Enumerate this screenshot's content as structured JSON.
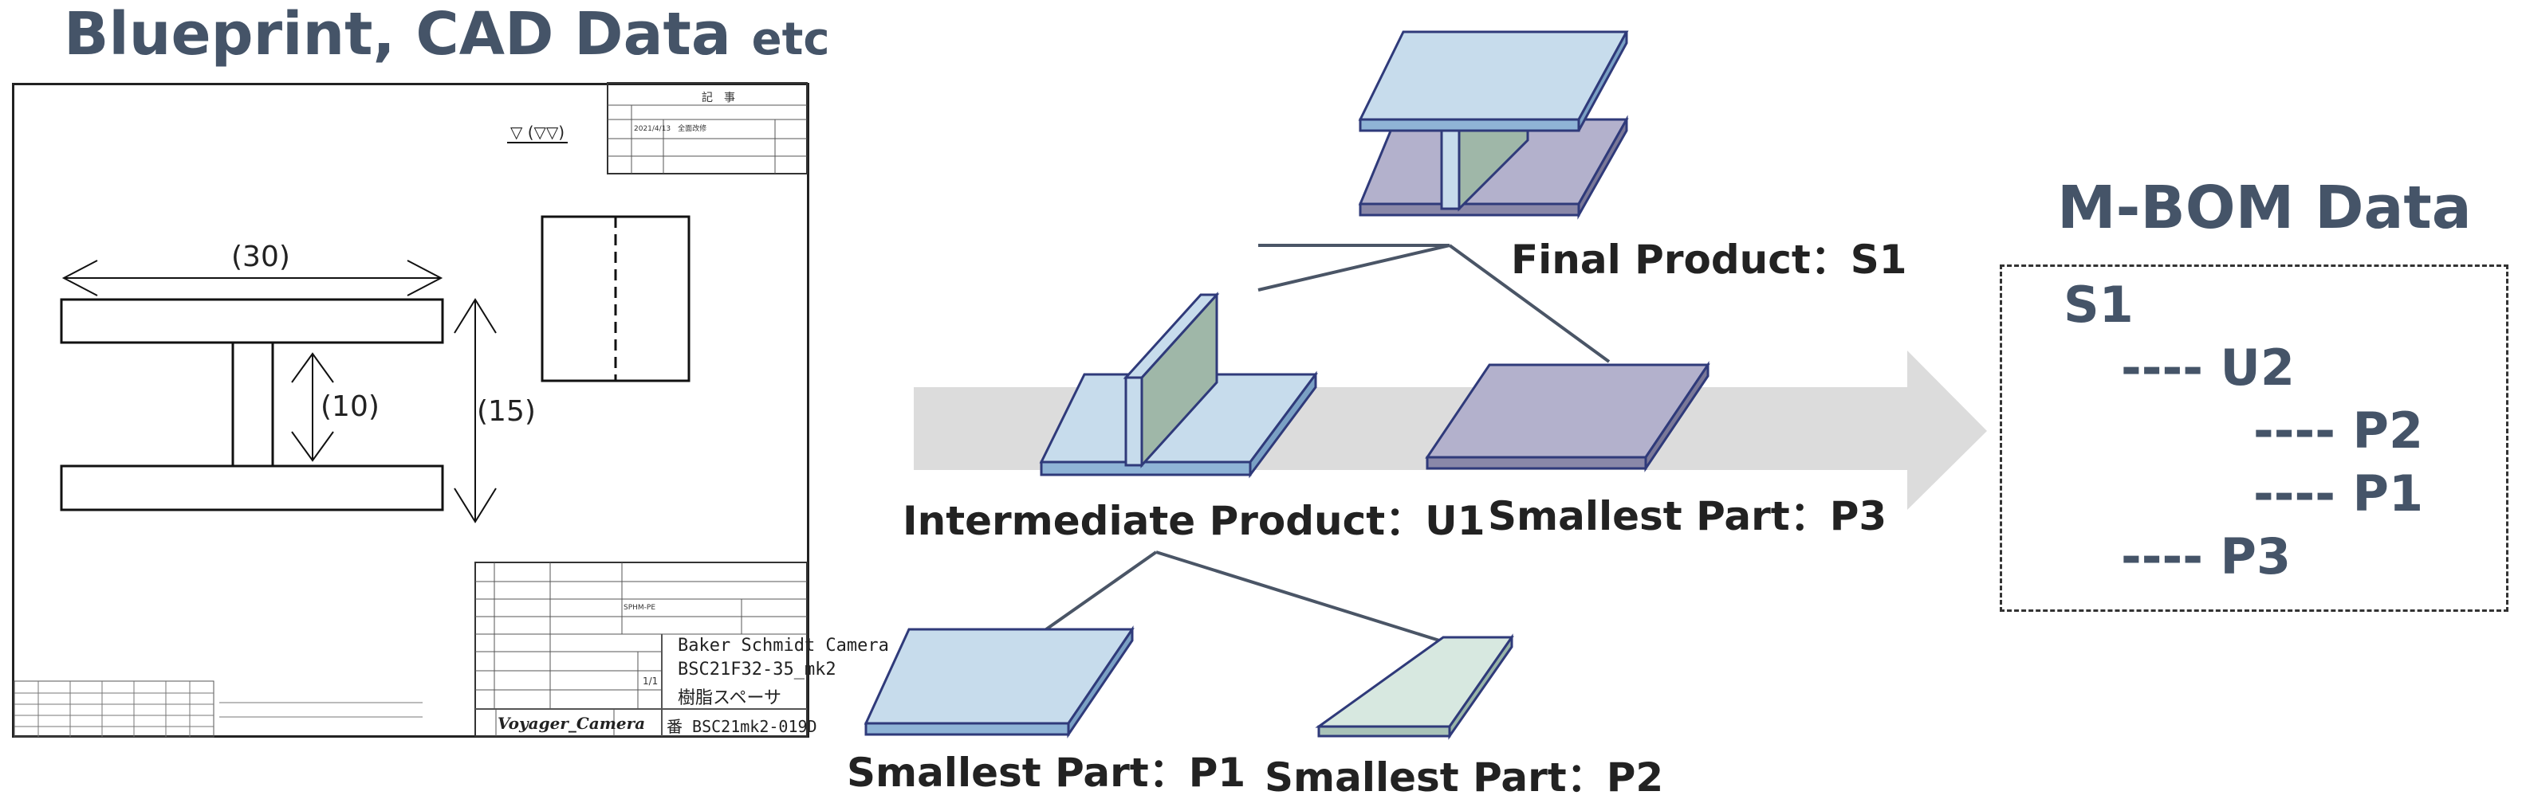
{
  "left_panel": {
    "title": "Blueprint, CAD Data",
    "title_suffix": "etc",
    "dimensions": {
      "width": "(30)",
      "web_height": "(10)",
      "total_height": "(15)"
    },
    "surface_symbol": "▽ (▽▽)",
    "revision_table_title": "記　事",
    "revision_entry": "2021/4/13　全面改修",
    "title_block": {
      "name_line1": "Baker Schmidt Camera",
      "name_line2": "BSC21F32-35_mk2",
      "name_line3": "樹脂スペーサ",
      "drawing_no": "番 BSC21mk2-019D",
      "brand": "Voyager_Camera",
      "scale": "1/1",
      "material": "SPHM-PE"
    }
  },
  "diagram": {
    "final_product": "Final Product：S1",
    "intermediate_product": "Intermediate Product：U1",
    "smallest_p3": "Smallest Part：P3",
    "smallest_p1": "Smallest Part：P1",
    "smallest_p2": "Smallest Part：P2"
  },
  "mbom": {
    "title": "M-BOM Data",
    "lines": [
      {
        "text": "S1",
        "indent": 0
      },
      {
        "text": "----  U2",
        "indent": 1
      },
      {
        "text": "----  P2",
        "indent": 2
      },
      {
        "text": "----  P1",
        "indent": 2
      },
      {
        "text": "----  P3",
        "indent": 1
      }
    ]
  },
  "colors": {
    "heading": "#455468",
    "plate_blue_top": "#c7dcec",
    "plate_blue_side": "#8fb4d6",
    "plate_purple_top": "#b3b1cc",
    "plate_green_top": "#d7e8e0",
    "arrow": "#dcdcdc"
  }
}
